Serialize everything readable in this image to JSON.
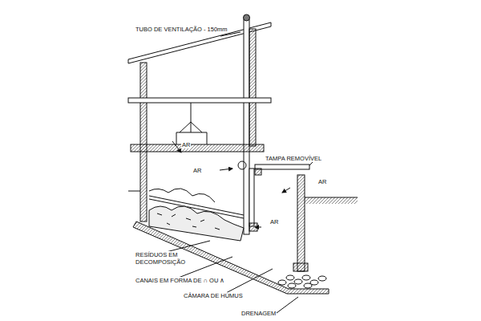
{
  "diagram": {
    "labels": [
      "TUBO DE VENTILAÇÃO - 150mm",
      "AR",
      "AR",
      "TAMPA REMOVÍVEL",
      "AR",
      "AR",
      "RESÍDUOS EM DECOMPOSIÇÃO",
      "CANAIS EM FORMA DE ∩ OU ∧",
      "CÂMARA DE HÚMUS",
      "DRENAGEM"
    ]
  }
}
